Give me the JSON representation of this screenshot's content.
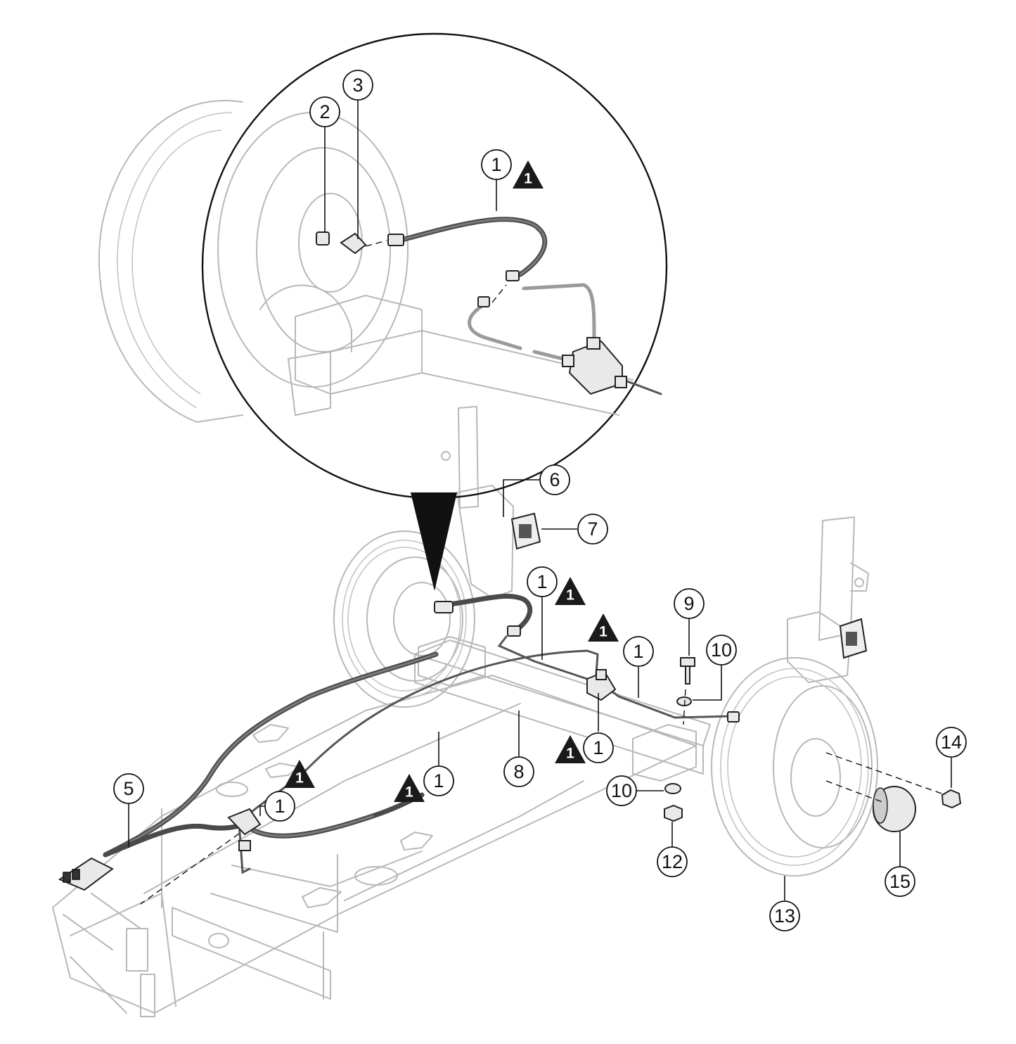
{
  "figure": {
    "callouts": [
      {
        "id": "c1-detail",
        "label": "1"
      },
      {
        "id": "c2",
        "label": "2"
      },
      {
        "id": "c3",
        "label": "3"
      },
      {
        "id": "c6",
        "label": "6"
      },
      {
        "id": "c7",
        "label": "7"
      },
      {
        "id": "c1-a",
        "label": "1"
      },
      {
        "id": "c9",
        "label": "9"
      },
      {
        "id": "c1-b",
        "label": "1"
      },
      {
        "id": "c10-a",
        "label": "10"
      },
      {
        "id": "c1-c",
        "label": "1"
      },
      {
        "id": "c8",
        "label": "8"
      },
      {
        "id": "c1-d",
        "label": "1"
      },
      {
        "id": "c5",
        "label": "5"
      },
      {
        "id": "c1-e",
        "label": "1"
      },
      {
        "id": "c10-b",
        "label": "10"
      },
      {
        "id": "c12",
        "label": "12"
      },
      {
        "id": "c13",
        "label": "13"
      },
      {
        "id": "c14",
        "label": "14"
      },
      {
        "id": "c15",
        "label": "15"
      }
    ],
    "warnings": [
      {
        "id": "w-detail",
        "label": "1"
      },
      {
        "id": "w-a",
        "label": "1"
      },
      {
        "id": "w-b",
        "label": "1"
      },
      {
        "id": "w-c",
        "label": "1"
      },
      {
        "id": "w-d",
        "label": "1"
      },
      {
        "id": "w-e",
        "label": "1"
      }
    ],
    "colors": {
      "line": "#111111",
      "ghost": "#b8b8b8",
      "hose": "#4a4a4a",
      "warning": "#1a1a1a"
    }
  }
}
